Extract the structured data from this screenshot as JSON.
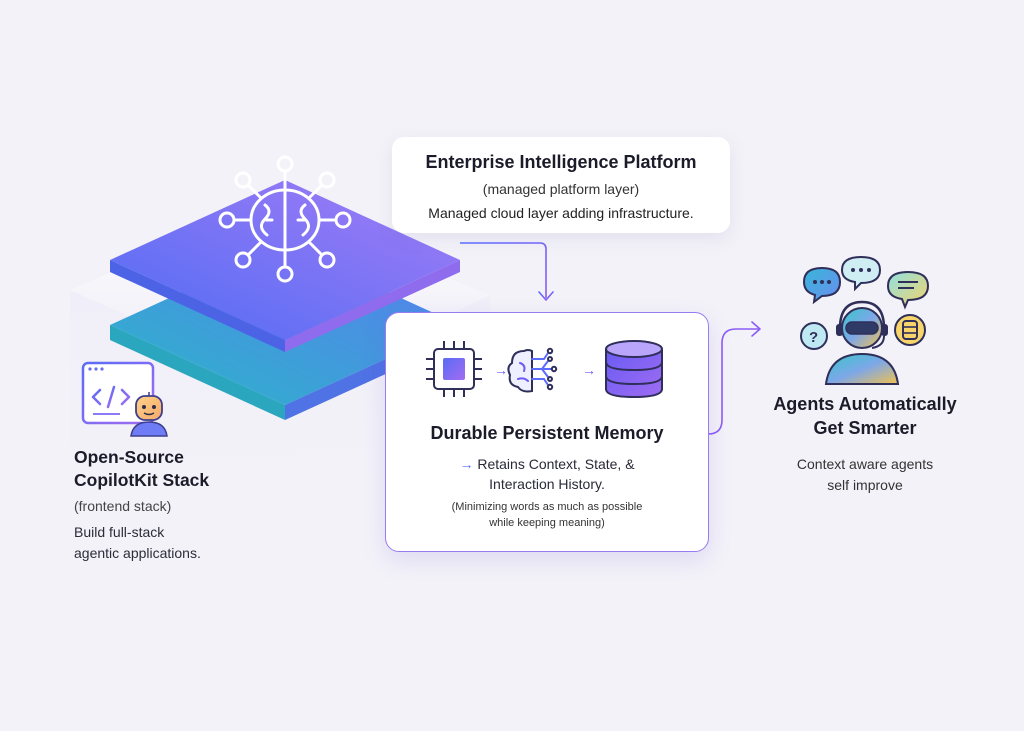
{
  "left": {
    "title_line1": "Open-Source",
    "title_line2": "CopilotKit Stack",
    "subtitle": "(frontend stack)",
    "desc_line1": "Build full-stack",
    "desc_line2": "agentic applications."
  },
  "enterprise": {
    "title": "Enterprise Intelligence Platform",
    "subtitle": "(managed platform layer)",
    "desc": "Managed cloud layer adding infrastructure."
  },
  "memory": {
    "title": "Durable Persistent Memory",
    "arrow": "→",
    "desc_line1": "Retains Context, State, &",
    "desc_line2": "Interaction History.",
    "note_line1": "(Minimizing words as much as possible",
    "note_line2": "while keeping meaning)"
  },
  "right": {
    "title_line1": "Agents Automatically",
    "title_line2": "Get Smarter",
    "desc_line1": "Context aware agents",
    "desc_line2": "self improve"
  },
  "icons": [
    "brain-network-icon",
    "code-window-icon",
    "robot-icon",
    "chip-icon",
    "brain-circuit-icon",
    "database-icon",
    "agent-headset-icon",
    "chat-bubble-icon",
    "question-bubble-icon"
  ],
  "colors": {
    "accent_purple": "#8b5cf6",
    "accent_blue": "#5b6cff",
    "accent_teal": "#2bb8c8",
    "background": "#f3f2f8"
  }
}
